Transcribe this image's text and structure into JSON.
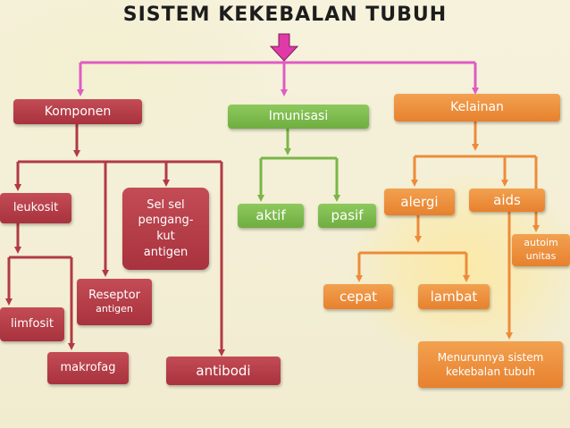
{
  "title": "SISTEM KEKEBALAN TUBUH",
  "colors": {
    "komponen_branch": "#b23a45",
    "imunisasi_branch": "#7ab648",
    "kelainan_branch": "#ed8b3a",
    "top_connector": "#e05bc4",
    "title_arrow": "#e03aa8"
  },
  "nodes": {
    "komponen": "Komponen",
    "imunisasi": "Imunisasi",
    "kelainan": "Kelainan",
    "leukosit": "leukosit",
    "sel_sel_pengangkut_antigen": [
      "Sel sel",
      "pengang-",
      "kut",
      "antigen"
    ],
    "reseptor_antigen": [
      "Reseptor",
      "antigen"
    ],
    "limfosit": "limfosit",
    "makrofag": "makrofag",
    "antibodi": "antibodi",
    "aktif": "aktif",
    "pasif": "pasif",
    "alergi": "alergi",
    "aids": "aids",
    "autoimunitas": [
      "autoim",
      "unitas"
    ],
    "cepat": "cepat",
    "lambat": "lambat",
    "menurunnya": [
      "Menurunnya sistem",
      "kekebalan tubuh"
    ]
  }
}
